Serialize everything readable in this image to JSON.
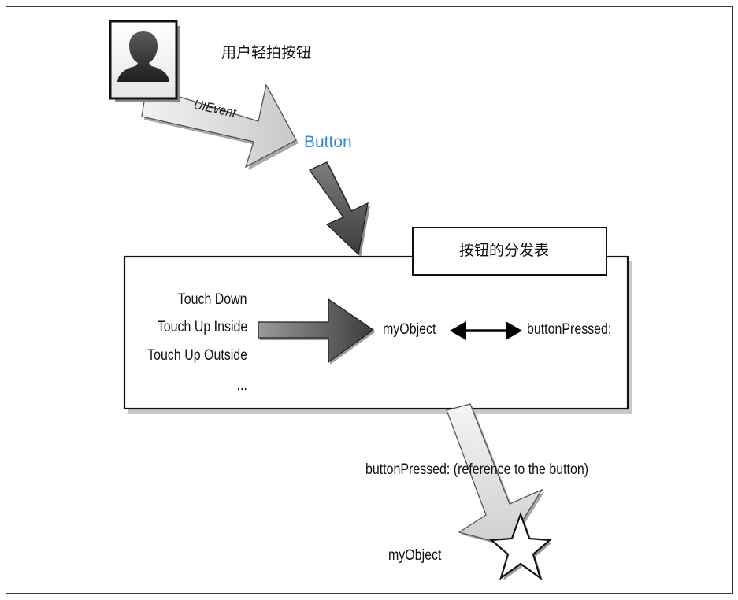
{
  "diagram": {
    "user_caption": "用户轻拍按钮",
    "event_label": "UIEvent",
    "button_label": "Button",
    "dispatch_table_title": "按钮的分发表",
    "events": [
      "Touch Down",
      "Touch Up Inside",
      "Touch Up Outside",
      "..."
    ],
    "target_label": "myObject",
    "action_label": "buttonPressed:",
    "message_label": "buttonPressed: (reference to the button)",
    "receiver_label": "myObject"
  },
  "colors": {
    "frame_border": "#3a3a3a",
    "button_text": "#3f86c8",
    "light_arrow_fill": "#d9d9d9",
    "dark_arrow_fill": "#6b6b6b",
    "box_shadow": "#9a9a9a"
  },
  "icons": {
    "user": "user-silhouette-icon",
    "receiver": "star-icon"
  }
}
